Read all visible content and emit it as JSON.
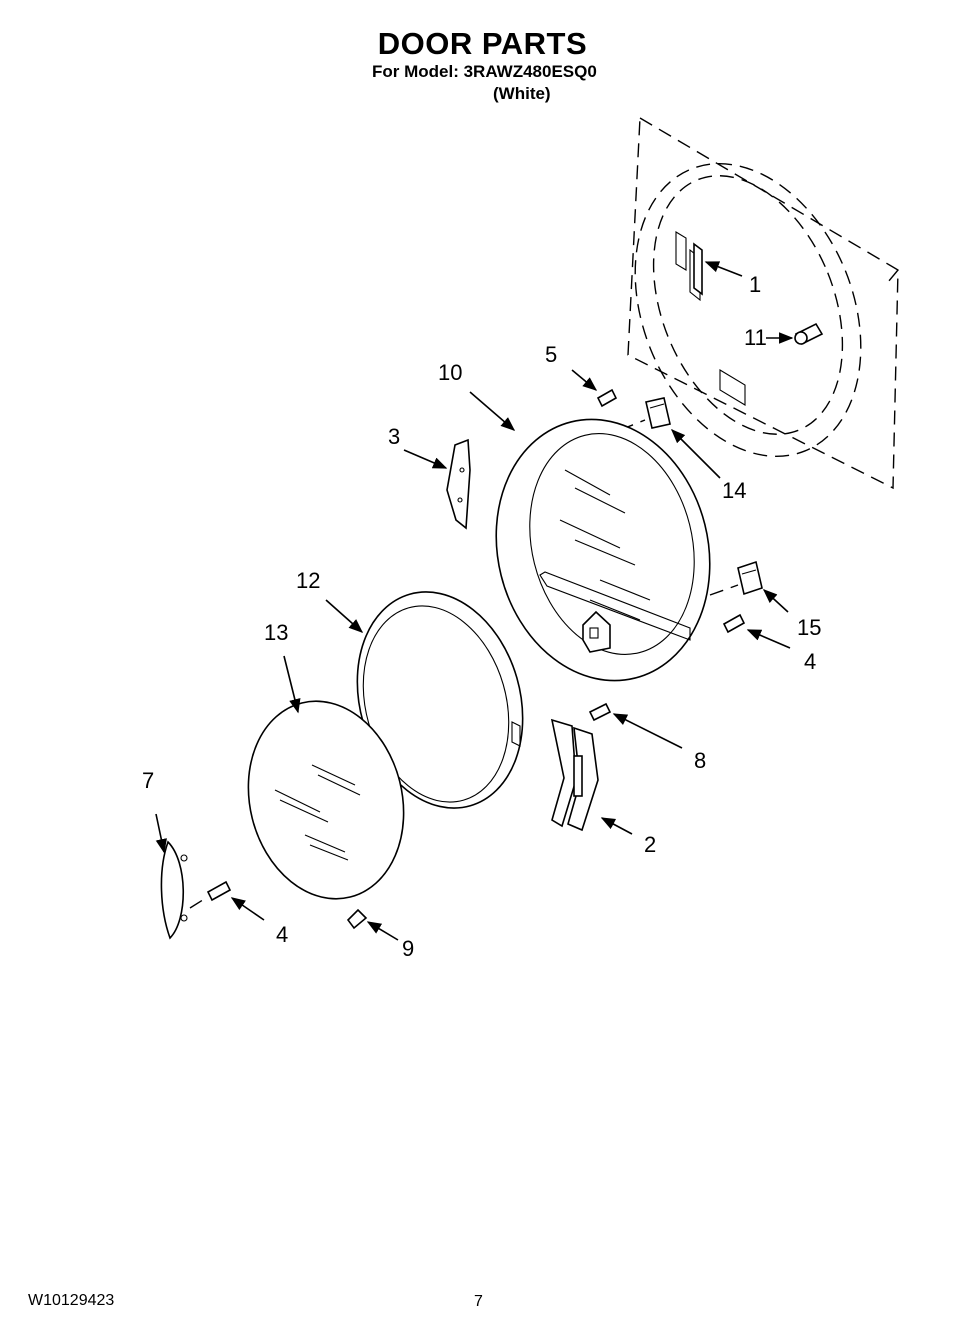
{
  "header": {
    "title": "DOOR PARTS",
    "model_line": "For Model: 3RAWZ480ESQ0",
    "variant": "(White)"
  },
  "callouts": {
    "c1": "1",
    "c2": "2",
    "c3": "3",
    "c4a": "4",
    "c4b": "4",
    "c5": "5",
    "c7": "7",
    "c8": "8",
    "c9": "9",
    "c10": "10",
    "c11": "11",
    "c12": "12",
    "c13": "13",
    "c14": "14",
    "c15": "15"
  },
  "footer": {
    "doc_number": "W10129423",
    "page_number": "7"
  }
}
